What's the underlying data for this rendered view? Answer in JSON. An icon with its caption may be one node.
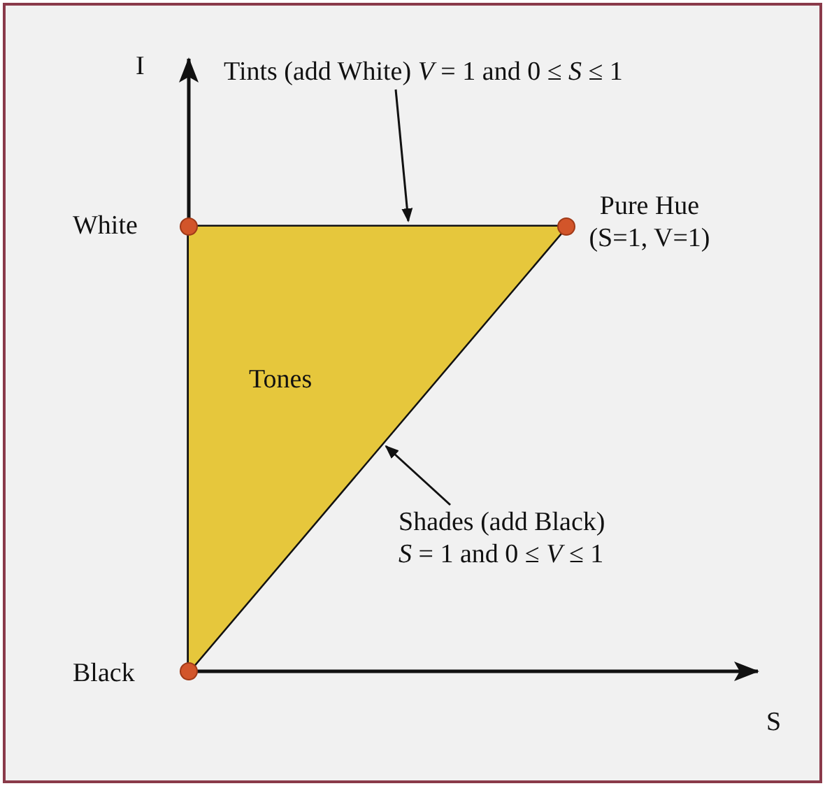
{
  "diagram": {
    "nodes": [
      {
        "text": [],
        "shape": "circle",
        "beside": [
          "White"
        ]
      },
      {
        "text": [],
        "shape": "circle",
        "beside": [
          "Pure Hue (S=1, V=1)"
        ]
      },
      {
        "text": [],
        "shape": "circle",
        "beside": [
          "Black"
        ]
      },
      {
        "text": [
          "Tones"
        ]
      },
      {
        "text": [
          "Tints (add White) *V* = 1 and 0 ≤ *S* ≤ 1"
        ]
      },
      {
        "text": [
          "Shades (add Black) *S* = 1 and 0 ≤ *V* ≤ 1"
        ]
      }
    ],
    "edges": [
      {
        "from": 0,
        "to": 1,
        "arrow": "none"
      },
      {
        "from": 1,
        "to": 2,
        "arrow": "none"
      },
      {
        "from": 2,
        "to": 0,
        "arrow": "none"
      },
      {
        "from": 4,
        "to": 3,
        "arrow": "to"
      },
      {
        "from": 5,
        "to": 3,
        "arrow": "to"
      }
    ],
    "labels": [
      "I",
      "S"
    ]
  }
}
